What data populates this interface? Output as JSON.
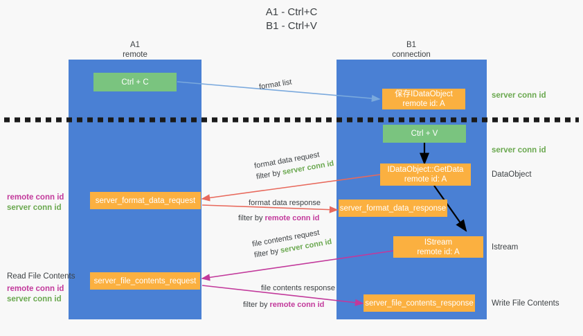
{
  "title": {
    "line1": "A1 - Ctrl+C",
    "line2": "B1 - Ctrl+V"
  },
  "columns": [
    {
      "name": "A1",
      "sub": "remote"
    },
    {
      "name": "B1",
      "sub": "connection"
    }
  ],
  "nodes": {
    "ctrl_c": {
      "label": "Ctrl + C"
    },
    "save_idataobject": {
      "line1": "保存IDataObject",
      "line2": "remote id: A"
    },
    "ctrl_v": {
      "label": "Ctrl + V"
    },
    "getdata": {
      "line1": "IDataObject::GetData",
      "line2": "remote id: A"
    },
    "format_data_request": {
      "label": "server_format_data_request"
    },
    "format_data_response": {
      "label": "server_format_data_response"
    },
    "istream": {
      "line1": "IStream",
      "line2": "remote id: A"
    },
    "file_contents_request": {
      "label": "server_file_contents_request"
    },
    "file_contents_response": {
      "label": "server_file_contents_response"
    }
  },
  "right_annotations": [
    {
      "text": "server conn id",
      "kind": "green"
    },
    {
      "text": "server conn id",
      "kind": "green"
    },
    {
      "text": "DataObject",
      "kind": "dark"
    },
    {
      "text": "Istream",
      "kind": "dark"
    },
    {
      "text": "Write File Contents",
      "kind": "dark"
    }
  ],
  "left_annotations": {
    "format_block": [
      {
        "text": "remote conn id",
        "kind": "magenta"
      },
      {
        "text": "server conn id",
        "kind": "green"
      }
    ],
    "file_block": [
      {
        "text": "Read File Contents",
        "kind": "dark"
      },
      {
        "text": "remote conn id",
        "kind": "magenta"
      },
      {
        "text": "server conn id",
        "kind": "green"
      }
    ]
  },
  "edges": [
    {
      "id": "format-list",
      "line1": "format list",
      "line2": "",
      "filter": "",
      "filter_kind": ""
    },
    {
      "id": "format-data-request",
      "line1": "format data request",
      "line2": "filter by ",
      "filter": "server conn id",
      "filter_kind": "green"
    },
    {
      "id": "format-data-response",
      "line1": "format data response",
      "line2": "filter by ",
      "filter": "remote conn id",
      "filter_kind": "magenta"
    },
    {
      "id": "file-contents-request",
      "line1": "file contents request",
      "line2": "filter by ",
      "filter": "server conn id",
      "filter_kind": "green"
    },
    {
      "id": "file-contents-response",
      "line1": "file contents response",
      "line2": "filter by ",
      "filter": "remote conn id",
      "filter_kind": "magenta"
    }
  ],
  "colors": {
    "lane": "#4a80d4",
    "green_box": "#7ac47f",
    "orange_box": "#fbb040",
    "green_text": "#6aa84f",
    "magenta_text": "#c2399b",
    "arrow_blue": "#7aa9dd",
    "arrow_red": "#e8695c",
    "arrow_magenta": "#c2399b",
    "arrow_black": "#000000",
    "background": "#f8f8f8"
  }
}
